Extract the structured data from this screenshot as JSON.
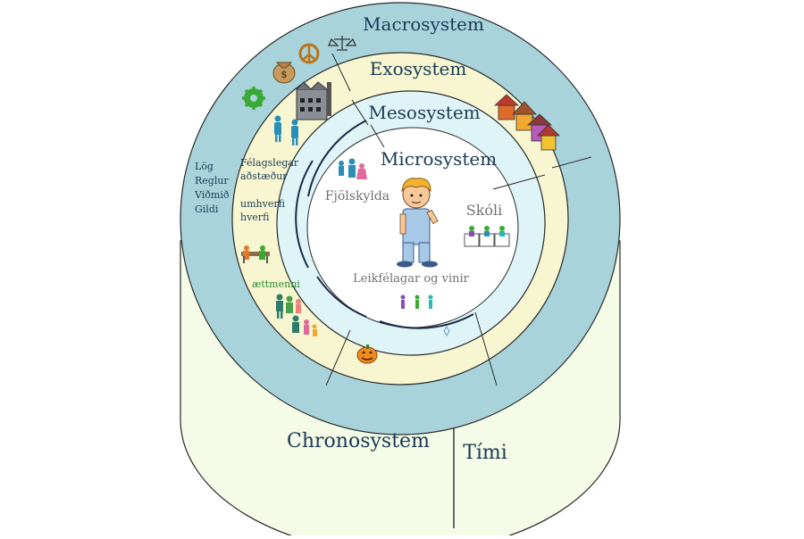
{
  "layers": {
    "macro": {
      "label": "Macrosystem",
      "values": [
        "Lög",
        "Reglur",
        "Viðmið",
        "Gildi"
      ]
    },
    "exo": {
      "label": "Exosystem",
      "items": [
        "Félagslegar",
        "aðstæður",
        "umhverfi",
        "hverfi",
        "ættmenni"
      ]
    },
    "meso": {
      "label": "Mesosystem"
    },
    "micro": {
      "label": "Microsystem",
      "family": "Fjölskylda",
      "school": "Skóli",
      "peers": "Leikfélagar og vinir"
    }
  },
  "chrono": {
    "label": "Chronosystem",
    "time": "Tími"
  },
  "colors": {
    "macro": "#a9d3db",
    "exo": "#f7f6d1",
    "meso": "#dff4f7",
    "micro": "#ffffff",
    "cylinder": "#f4fbe6",
    "outline": "#2a2a2a",
    "text": "#1b3a55",
    "muted": "#707070"
  },
  "icons": [
    "money-bag-icon",
    "peace-icon",
    "scales-icon",
    "gear-icon",
    "factory-icon",
    "people-icon",
    "houses-icon",
    "pumpkin-icon",
    "desks-icon",
    "family-icon",
    "child-icon"
  ]
}
